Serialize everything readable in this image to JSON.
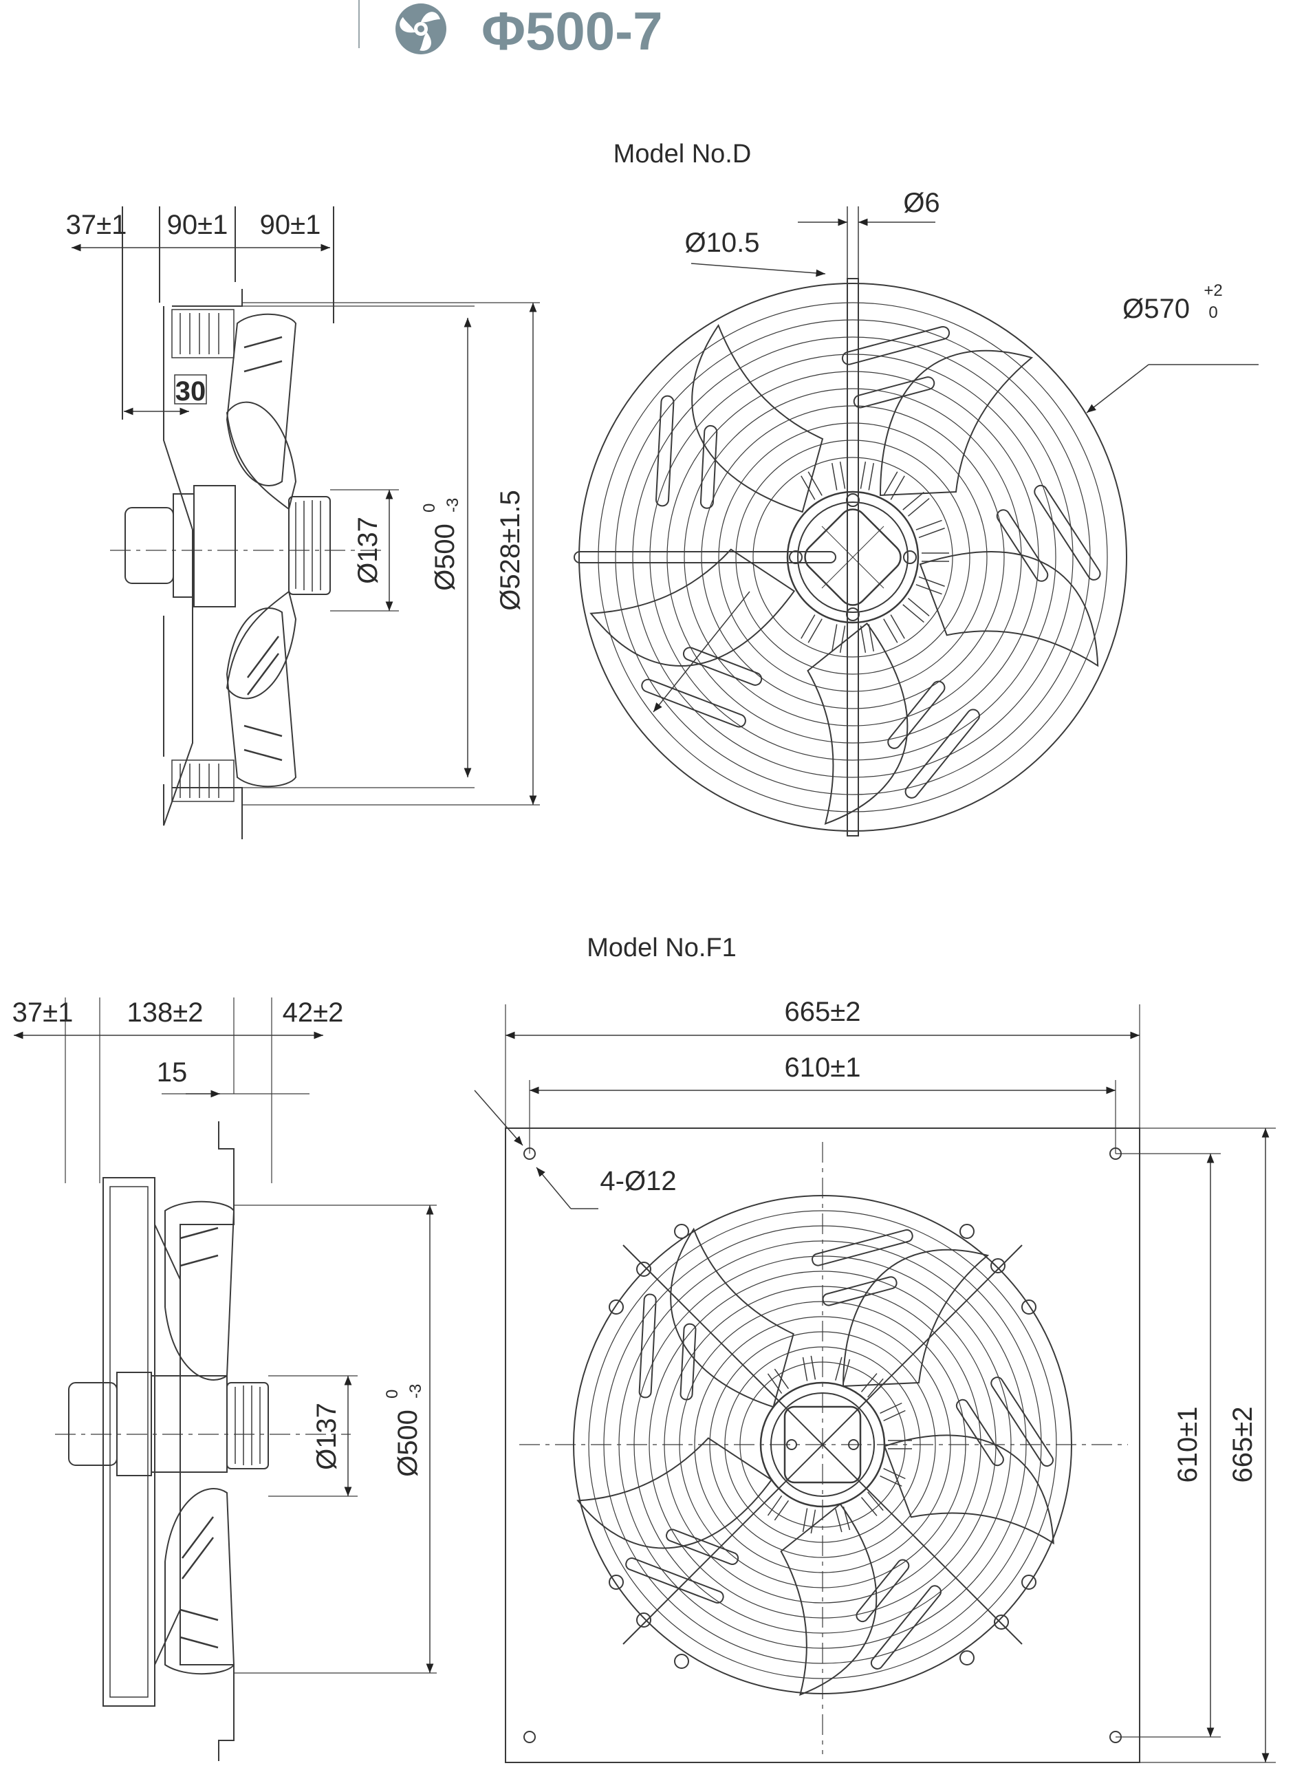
{
  "header": {
    "title": "Φ500-7",
    "accent": "#7a8f98"
  },
  "models": [
    {
      "id": "D",
      "title": "Model No.D",
      "side_dims": {
        "a": "37±1",
        "b": "90±1",
        "c": "90±1",
        "inner": "30",
        "hub": "Ø137",
        "blade": "Ø500",
        "blade_tol_top": "0",
        "blade_tol_bottom": "-3",
        "outer": "Ø528±1.5"
      },
      "front_dims": {
        "wire": "Ø6",
        "bolt": "Ø10.5",
        "guard": "Ø570",
        "guard_tol_top": "+2",
        "guard_tol_bottom": "0"
      }
    },
    {
      "id": "F1",
      "title": "Model No.F1",
      "side_dims": {
        "a": "37±1",
        "b": "138±2",
        "c": "42±2",
        "inner": "15",
        "hub": "Ø137",
        "blade": "Ø500",
        "blade_tol_top": "0",
        "blade_tol_bottom": "-3"
      },
      "front_dims": {
        "outer_w": "665±2",
        "inner_w": "610±1",
        "holes": "4-Ø12",
        "inner_h": "610±1",
        "outer_h": "665±2"
      }
    }
  ],
  "colors": {
    "line": "#3a3a3a",
    "text": "#2b2b2b"
  }
}
